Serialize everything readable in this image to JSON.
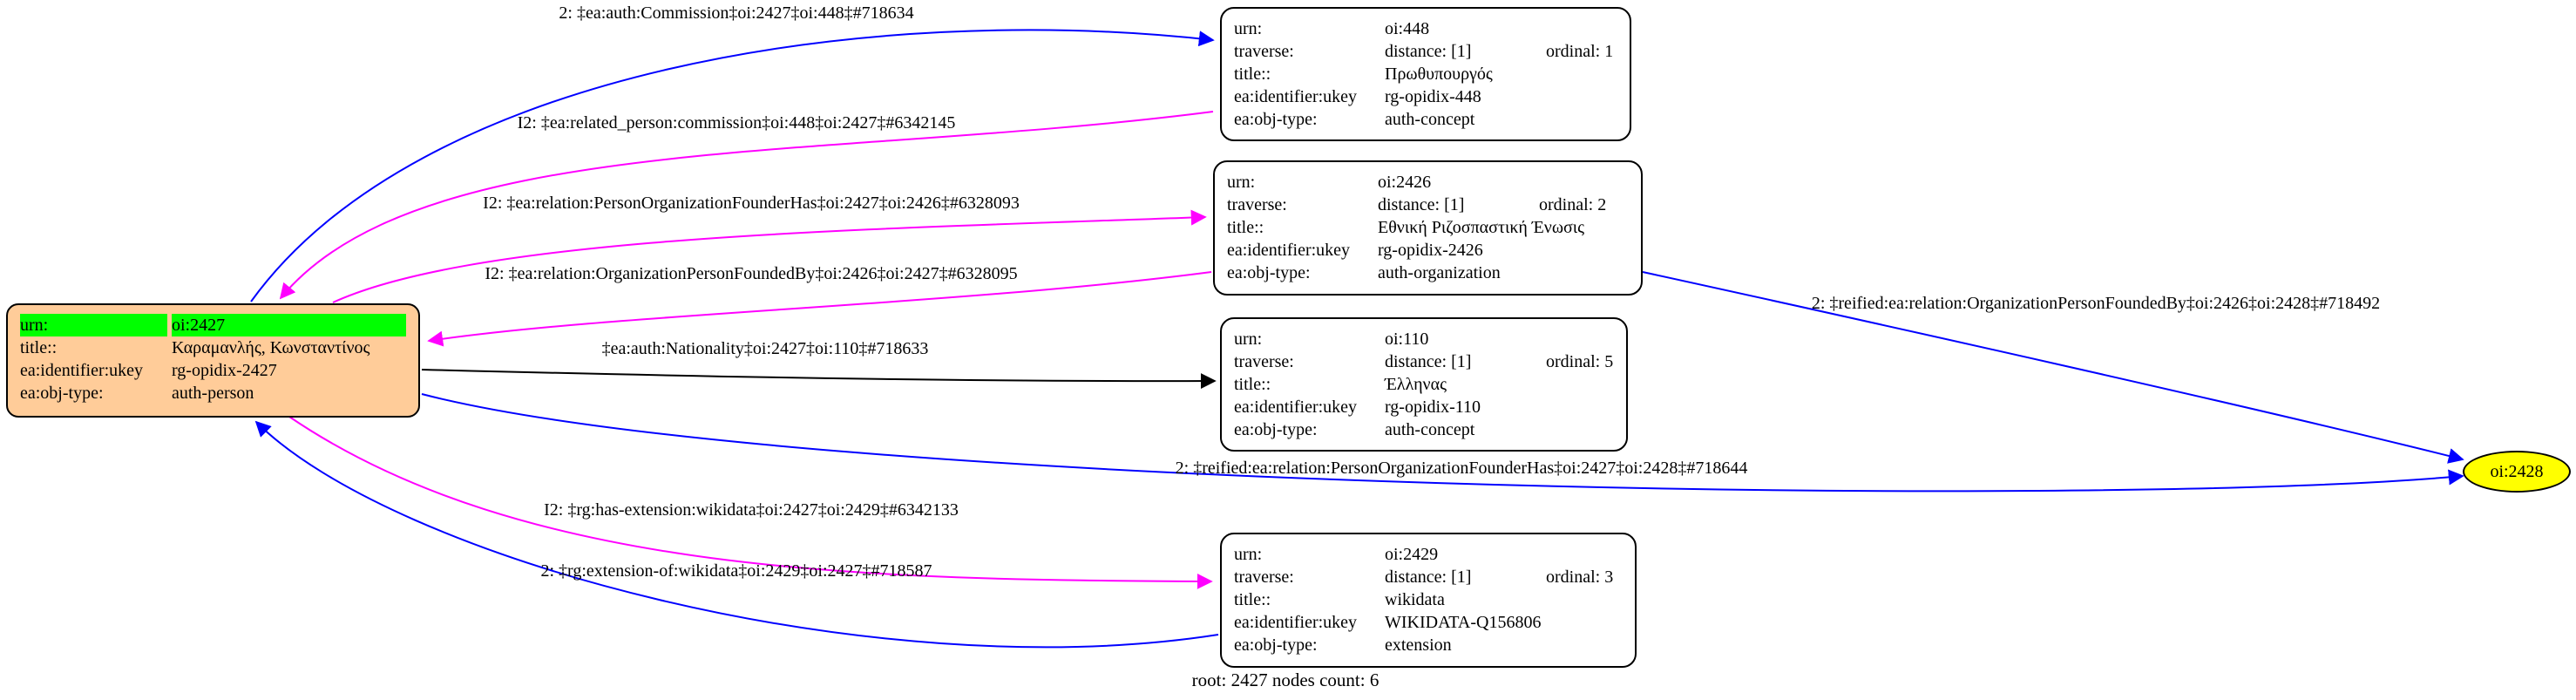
{
  "graph_label": "root: 2427 nodes count: 6",
  "colors": {
    "blue": "#0000ff",
    "magenta": "#ff00ff",
    "black": "#000000",
    "root_fill": "#ffcc99",
    "highlight_green": "#00ff00",
    "ellipse_fill": "#ffff00",
    "node_fill": "#ffffff"
  },
  "root_node": {
    "urn_key": "urn:",
    "urn_value": "oi:2427",
    "title_key": "title::",
    "title_value": "Καραμανλής, Κωνσταντίνος",
    "ukey_key": "ea:identifier:ukey",
    "ukey_value": "rg-opidix-2427",
    "objtype_key": "ea:obj-type:",
    "objtype_value": "auth-person"
  },
  "nodes": [
    {
      "urn_key": "urn:",
      "urn_value": "oi:448",
      "traverse_key": "traverse:",
      "distance": "distance: [1]",
      "ordinal": "ordinal: 1",
      "title_key": "title::",
      "title_value": "Πρωθυπουργός",
      "ukey_key": "ea:identifier:ukey",
      "ukey_value": "rg-opidix-448",
      "objtype_key": "ea:obj-type:",
      "objtype_value": "auth-concept"
    },
    {
      "urn_key": "urn:",
      "urn_value": "oi:2426",
      "traverse_key": "traverse:",
      "distance": "distance: [1]",
      "ordinal": "ordinal: 2",
      "title_key": "title::",
      "title_value": "Εθνική Ριζοσπαστική Ένωσις",
      "ukey_key": "ea:identifier:ukey",
      "ukey_value": "rg-opidix-2426",
      "objtype_key": "ea:obj-type:",
      "objtype_value": "auth-organization"
    },
    {
      "urn_key": "urn:",
      "urn_value": "oi:110",
      "traverse_key": "traverse:",
      "distance": "distance: [1]",
      "ordinal": "ordinal: 5",
      "title_key": "title::",
      "title_value": "Έλληνας",
      "ukey_key": "ea:identifier:ukey",
      "ukey_value": "rg-opidix-110",
      "objtype_key": "ea:obj-type:",
      "objtype_value": "auth-concept"
    },
    {
      "urn_key": "urn:",
      "urn_value": "oi:2429",
      "traverse_key": "traverse:",
      "distance": "distance: [1]",
      "ordinal": "ordinal: 3",
      "title_key": "title::",
      "title_value": "wikidata",
      "ukey_key": "ea:identifier:ukey",
      "ukey_value": "WIKIDATA-Q156806",
      "objtype_key": "ea:obj-type:",
      "objtype_value": "extension"
    }
  ],
  "ellipse_node": {
    "label": "oi:2428"
  },
  "edges": [
    {
      "label": "2: ‡ea:auth:Commission‡oi:2427‡oi:448‡#718634",
      "color": "blue"
    },
    {
      "label": "I2: ‡ea:related_person:commission‡oi:448‡oi:2427‡#6342145",
      "color": "magenta"
    },
    {
      "label": "I2: ‡ea:relation:PersonOrganizationFounderHas‡oi:2427‡oi:2426‡#6328093",
      "color": "magenta"
    },
    {
      "label": "I2: ‡ea:relation:OrganizationPersonFoundedBy‡oi:2426‡oi:2427‡#6328095",
      "color": "magenta"
    },
    {
      "label": "‡ea:auth:Nationality‡oi:2427‡oi:110‡#718633",
      "color": "black"
    },
    {
      "label": "2: ‡reified:ea:relation:OrganizationPersonFoundedBy‡oi:2426‡oi:2428‡#718492",
      "color": "blue"
    },
    {
      "label": "2: ‡reified:ea:relation:PersonOrganizationFounderHas‡oi:2427‡oi:2428‡#718644",
      "color": "blue"
    },
    {
      "label": "I2: ‡rg:has-extension:wikidata‡oi:2427‡oi:2429‡#6342133",
      "color": "magenta"
    },
    {
      "label": "2: ‡rg:extension-of:wikidata‡oi:2429‡oi:2427‡#718587",
      "color": "blue"
    }
  ]
}
